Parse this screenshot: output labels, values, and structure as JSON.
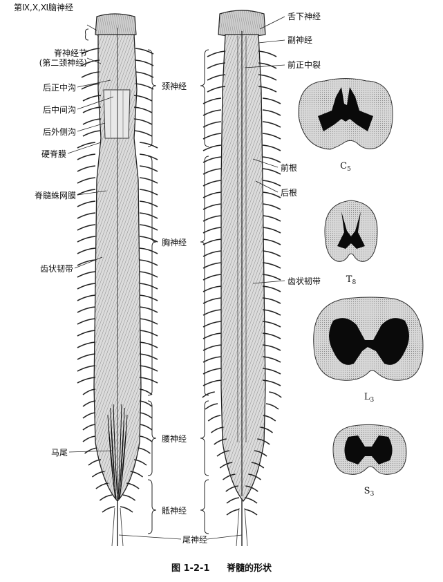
{
  "labels_left": {
    "cranial_nerves": "第Ⅸ,Ⅹ,Ⅺ脑神经",
    "spinal_ganglion_1": "脊神经节",
    "spinal_ganglion_2": "(第二颈神经)",
    "posterior_median_sulcus": "后正中沟",
    "posterior_intermediate_sulcus": "后中间沟",
    "posterolateral_sulcus": "后外侧沟",
    "dura_mater": "硬脊膜",
    "arachnoid": "脊髓蛛网膜",
    "denticulate_ligament_left": "齿状韧带",
    "cauda_equina": "马尾"
  },
  "labels_region": {
    "cervical": "颈神经",
    "thoracic": "胸神经",
    "lumbar": "腰神经",
    "sacral": "骶神经",
    "coccygeal": "尾神经"
  },
  "labels_right": {
    "hypoglossal": "舌下神经",
    "accessory": "副神经",
    "anterior_median_fissure": "前正中裂",
    "anterior_root": "前根",
    "posterior_root": "后根",
    "denticulate_ligament_right": "齿状韧带"
  },
  "sections": [
    {
      "letter": "C",
      "sub": "5"
    },
    {
      "letter": "T",
      "sub": "8"
    },
    {
      "letter": "L",
      "sub": "3"
    },
    {
      "letter": "S",
      "sub": "3"
    }
  ],
  "caption": {
    "figure_no": "图 1-2-1",
    "title": "脊髓的形状"
  }
}
